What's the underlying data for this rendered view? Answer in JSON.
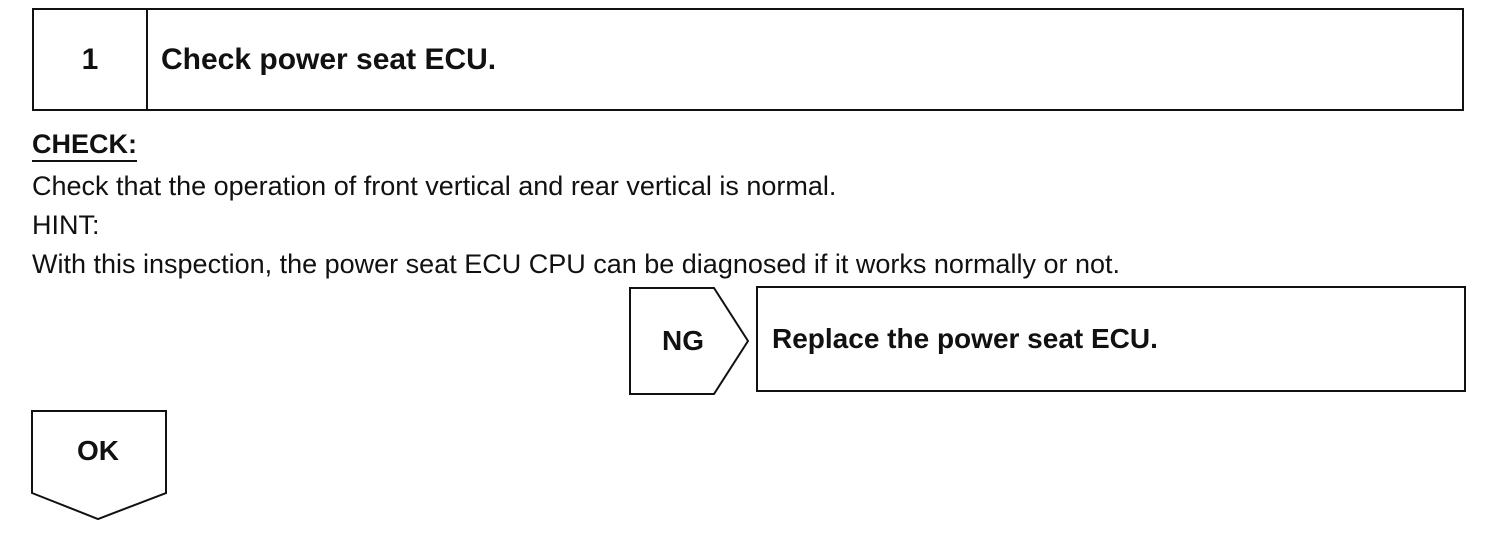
{
  "step": {
    "number": "1",
    "title": "Check power seat ECU."
  },
  "check": {
    "heading": "CHECK:",
    "instruction": "Check that the operation of front vertical and rear vertical is normal.",
    "hint_label": "HINT:",
    "hint_text": "With this inspection, the power seat ECU CPU can be diagnosed if it works normally or not."
  },
  "ng_branch": {
    "label": "NG",
    "action": "Replace the power seat ECU."
  },
  "ok_branch": {
    "label": "OK"
  },
  "colors": {
    "ink": "#111111",
    "background": "#ffffff"
  }
}
